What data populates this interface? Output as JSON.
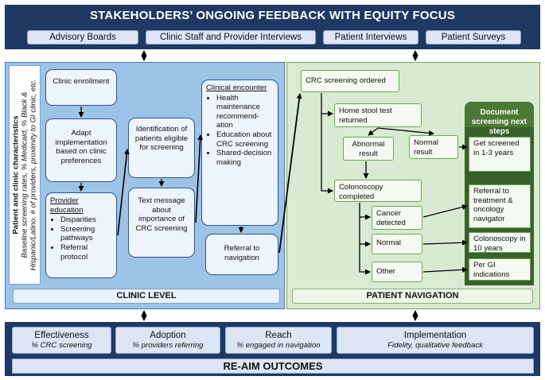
{
  "header": {
    "title": "STAKEHOLDERS’ ONGOING FEEDBACK WITH EQUITY FOCUS",
    "inputs": [
      "Advisory Boards",
      "Clinic Staff and Provider Interviews",
      "Patient Interviews",
      "Patient Surveys"
    ]
  },
  "sidebar": {
    "title": "Patient and clinic characteristics",
    "line1": "Baseline screening rates, % Medicaid, % Black &",
    "line2": "Hispanic/Latino, # of providers, proximity to GI clinic, etc."
  },
  "clinic": {
    "label": "CLINIC LEVEL",
    "enrollment": "Clinic enrollment",
    "adapt": "Adapt implementation based on clinic preferences",
    "provider_title": "Provider education",
    "provider_items": [
      "Disparities",
      "Screening pathways",
      "Referral protocol"
    ],
    "identification": "Identification of patients eligible for screening",
    "text_message": "Text message about importance of CRC screening",
    "encounter_title": "Clinical encounter",
    "encounter_items": [
      "Health maintenance recommend-ation",
      "Education about CRC screening",
      "Shared-decision making"
    ],
    "referral": "Referral to navigation"
  },
  "navigation": {
    "label": "PATIENT NAVIGATION",
    "ordered": "CRC screening ordered",
    "home_test": "Home stool test returned",
    "abnormal": "Abnormal result",
    "normal_result": "Normal result",
    "colonoscopy": "Colonoscopy completed",
    "cancer": "Cancer detected",
    "normal": "Normal",
    "other": "Other",
    "document_head": "Document screening next steps",
    "document_items": [
      "Get screened in 1-3 years",
      "Referral to treatment & oncology navigator",
      "Colonoscopy in 10 years",
      "Per GI indications"
    ]
  },
  "outcomes": {
    "title": "RE-AIM OUTCOMES",
    "items": [
      {
        "name": "Effectiveness",
        "sub": "% CRC screening"
      },
      {
        "name": "Adoption",
        "sub": "% providers referring"
      },
      {
        "name": "Reach",
        "sub": "% engaged in navigation"
      },
      {
        "name": "Implementation",
        "sub": "Fidelity, qualitative feedback"
      }
    ]
  },
  "colors": {
    "navy": "#1f3864",
    "clinic_blue": "#9dc3e6",
    "nav_green": "#d9ead3",
    "dark_green": "#38602b"
  }
}
